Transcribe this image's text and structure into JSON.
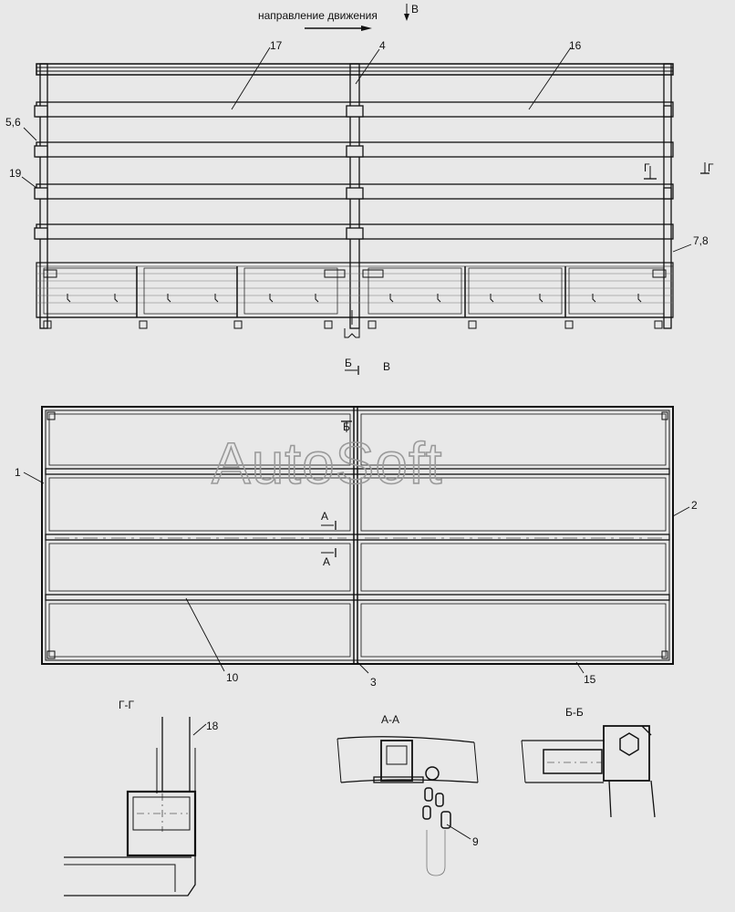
{
  "direction_label": "направление движения",
  "view_marker_top": "В",
  "view_title_bottom": "В",
  "section_marker_b": "Б",
  "section_marker_b2": "Б",
  "section_marker_g": "Г",
  "section_marker_g2": "Г",
  "section_marker_a1": "А",
  "section_marker_a2": "А",
  "watermark": "AutoSoft",
  "callouts": {
    "c17": "17",
    "c4": "4",
    "c16": "16",
    "c56": "5,6",
    "c19": "19",
    "c78": "7,8",
    "c1": "1",
    "c2": "2",
    "c10": "10",
    "c3": "3",
    "c15": "15",
    "c18": "18",
    "c9": "9"
  },
  "section_titles": {
    "gg": "Г-Г",
    "aa": "А-А",
    "bb": "Б-Б"
  }
}
